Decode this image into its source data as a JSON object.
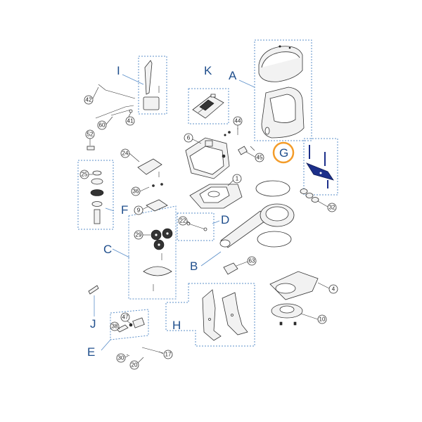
{
  "groups": {
    "A": "A",
    "B": "B",
    "C": "C",
    "D": "D",
    "E": "E",
    "F": "F",
    "G": "G",
    "H": "H",
    "I": "I",
    "J": "J",
    "K": "K"
  },
  "callouts": {
    "c1": "1",
    "c4": "4",
    "c6": "6",
    "c9": "9",
    "c10": "10",
    "c17": "17",
    "c20": "20",
    "c22": "22",
    "c24": "24",
    "c25": "25",
    "c29": "29",
    "c30": "30",
    "c32": "32",
    "c36": "36",
    "c38": "38",
    "c41": "41",
    "c42": "42",
    "c44": "44",
    "c45": "45",
    "c47": "47",
    "c52": "52",
    "c60": "60",
    "c63": "63"
  },
  "colors": {
    "group_letter": "#1f4e8c",
    "box_border": "#5b8fc9",
    "highlight_ring": "#f39c2a",
    "highlight_part": "#1c2f8a"
  }
}
